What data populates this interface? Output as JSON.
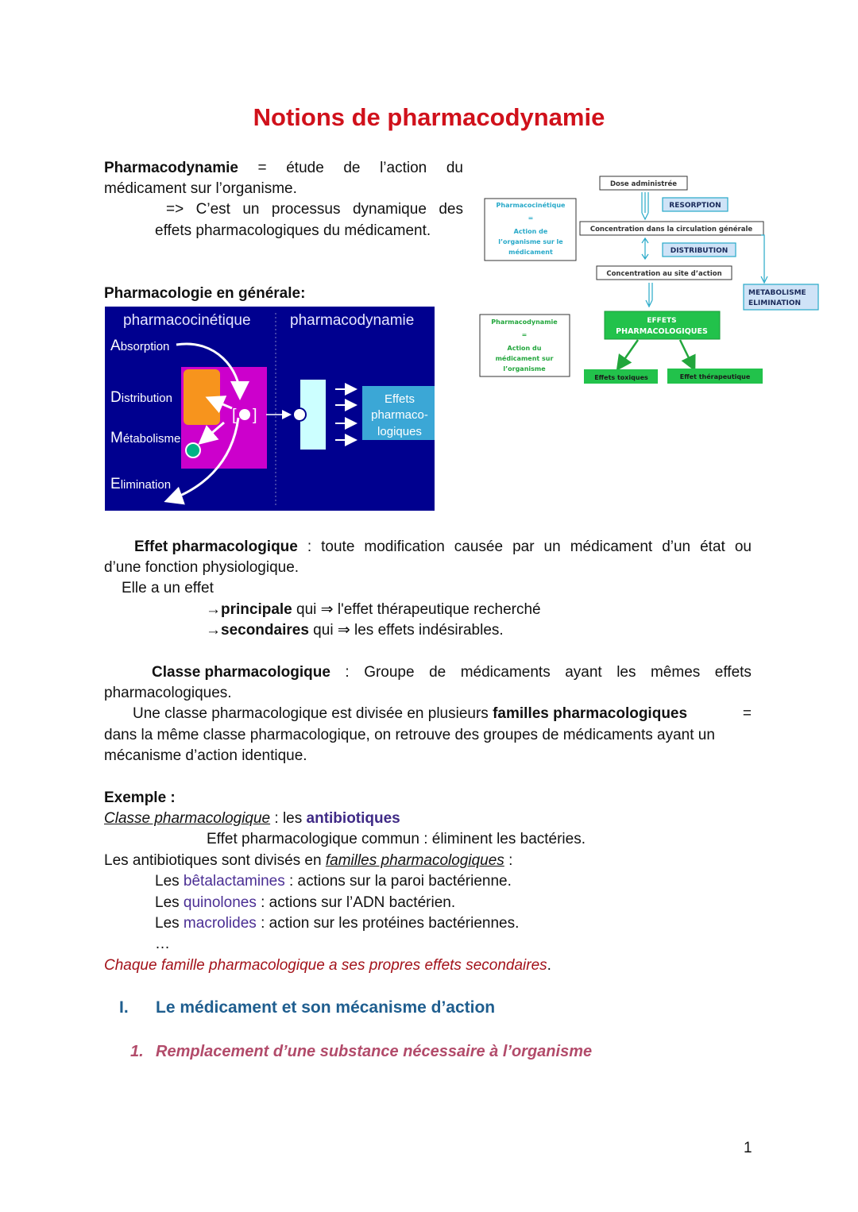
{
  "title": "Notions de pharmacodynamie",
  "intro": {
    "term": "Pharmacodynamie",
    "line1_words": [
      "=",
      "étude",
      "de",
      "l’action",
      "du"
    ],
    "line2": "médicament sur l’organisme.",
    "line3_words": [
      "=>",
      "C’est",
      "un",
      "processus",
      "dynamique",
      "des"
    ],
    "line4": "effets pharmacologiques du médicament."
  },
  "general_heading": "Pharmacologie en générale:",
  "pk_diagram": {
    "header_left": "pharmacocinétique",
    "header_right": "pharmacodynamie",
    "steps": [
      {
        "cap": "A",
        "rest": "bsorption"
      },
      {
        "cap": "D",
        "rest": "istribution"
      },
      {
        "cap": "M",
        "rest": "étabolisme"
      },
      {
        "cap": "E",
        "rest": "limination"
      }
    ],
    "effects_box": [
      "Effets",
      "pharmaco-",
      "logiques"
    ],
    "colors": {
      "background": "#00008f",
      "magenta": "#cc00cc",
      "orange": "#f7941d",
      "cyan_box": "#ccffff",
      "effects_box": "#3ba7d6",
      "green_dot": "#00b386"
    }
  },
  "flowchart": {
    "dose": "Dose administrée",
    "resorption": "RESORPTION",
    "pk_label": [
      "Pharmacocinétique",
      "=",
      "Action de",
      "l’organisme sur le",
      "médicament"
    ],
    "concentration_generale": "Concentration dans la circulation générale",
    "distribution": "DISTRIBUTION",
    "concentration_site": "Concentration au site d’action",
    "metabolisme": [
      "METABOLISME",
      "ELIMINATION"
    ],
    "pd_label": [
      "Pharmacodynamie",
      "=",
      "Action du",
      "médicament sur",
      "l’organisme"
    ],
    "effets": [
      "EFFETS",
      "PHARMACOLOGIQUES"
    ],
    "toxiques": "Effets toxiques",
    "therapeutique": "Effet thérapeutique",
    "colors": {
      "green": "#22c24b",
      "cyan": "#27a9c9",
      "light_blue": "#cfe3f7"
    }
  },
  "effet": {
    "term": "Effet pharmacologique",
    "line1_words": [
      ":",
      "toute",
      "modification",
      "causée",
      "par",
      "un",
      "médicament",
      "d’un",
      "état",
      "ou"
    ],
    "line2": "d’une fonction physiologique.",
    "line3": "Elle a un effet",
    "principal_arrow": "→",
    "principal_term": "principale",
    "principal_rest": " qui ⇒ l'effet thérapeutique recherché",
    "secondaire_arrow": "→",
    "secondaire_term": "secondaires",
    "secondaire_rest": " qui ⇒ les effets indésirables."
  },
  "classe": {
    "line1_words": [
      "Classe pharmacologique",
      ":",
      "Groupe",
      "de",
      "médicaments",
      "ayant",
      "les",
      "mêmes",
      "effets"
    ],
    "line2": "pharmacologiques.",
    "line3_pre": "Une classe pharmacologique est divisée en plusieurs ",
    "line3_bold": "familles pharmacologiques",
    "line3_post": "=",
    "line4": "dans la même classe pharmacologique, on retrouve des groupes de médicaments ayant un",
    "line5": "mécanisme d’action identique."
  },
  "exemple": {
    "heading": "Exemple :",
    "classe_label": "Classe pharmacologique",
    "classe_sep": " : les ",
    "classe_value": "antibiotiques",
    "effet_commun": "Effet pharmacologique commun : éliminent les bactéries.",
    "divided_pre": "Les antibiotiques sont divisés en ",
    "divided_link": "familles pharmacologiques",
    "divided_post": " :",
    "families": [
      {
        "pre": "Les ",
        "name": "bêtalactamines",
        "post": " : actions sur la paroi bactérienne."
      },
      {
        "pre": "Les ",
        "name": "quinolones",
        "post": " : actions sur l’ADN bactérien."
      },
      {
        "pre": "Les ",
        "name": "macrolides",
        "post": " : action sur les protéines bactériennes."
      }
    ],
    "ellipsis": "…",
    "conclusion": "Chaque famille pharmacologique a ses propres effets secondaires",
    "conclusion_dot": "."
  },
  "section1": {
    "num": "I.",
    "title": "Le médicament et son mécanisme d’action"
  },
  "subsection1": {
    "num": "1.",
    "title": "Remplacement d’une substance nécessaire à l’organisme"
  },
  "page_number": "1"
}
